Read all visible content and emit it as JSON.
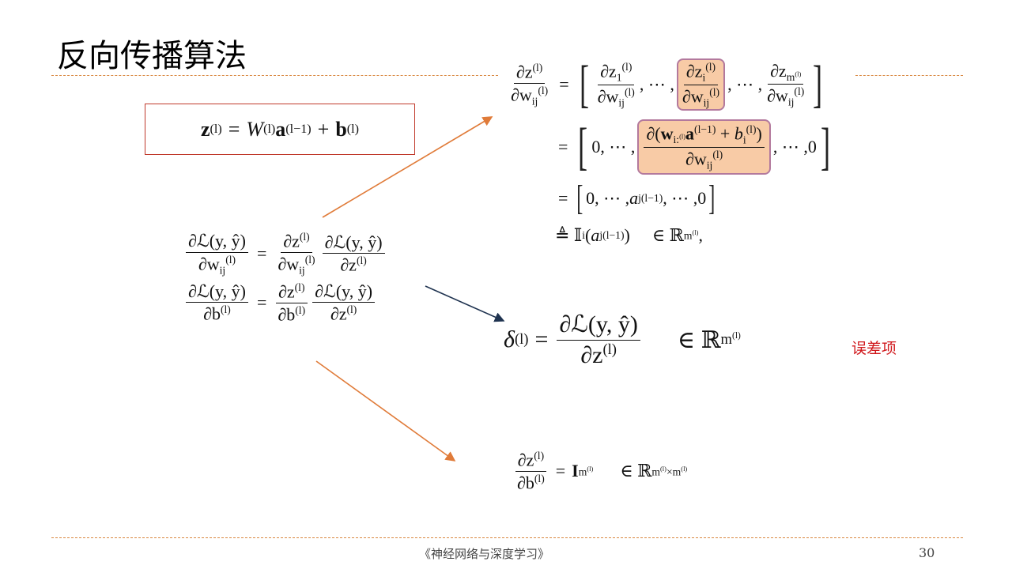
{
  "slide": {
    "title": "反向传播算法",
    "footer": "《神经网络与深度学习》",
    "page_number": "30",
    "error_term_label": "误差项"
  },
  "sym": {
    "l": "(l)",
    "lm1": "(l−1)",
    "dz": "∂z",
    "dw": "∂w",
    "ij": "ij",
    "dL": "∂ℒ(y, ŷ)",
    "db": "∂b",
    "eq": "=",
    "W": "W",
    "a": "a",
    "b": "b",
    "plus": "+",
    "z": "z",
    "comma_dots": ", ⋯ ,",
    "zero": "0",
    "delta": "δ",
    "in": "∈ ℝ",
    "ml": "m",
    "def": "≜ 𝕀",
    "i": "i",
    "j": "j",
    "one": "1",
    "iI": "i:",
    "times": "×",
    "I": "I"
  },
  "colors": {
    "accent_orange": "#e07b39",
    "arrow_dark": "#1f3350",
    "highlight_fill": "#f8cba6",
    "highlight_border": "#b3799d",
    "error_red": "#d0171b"
  }
}
